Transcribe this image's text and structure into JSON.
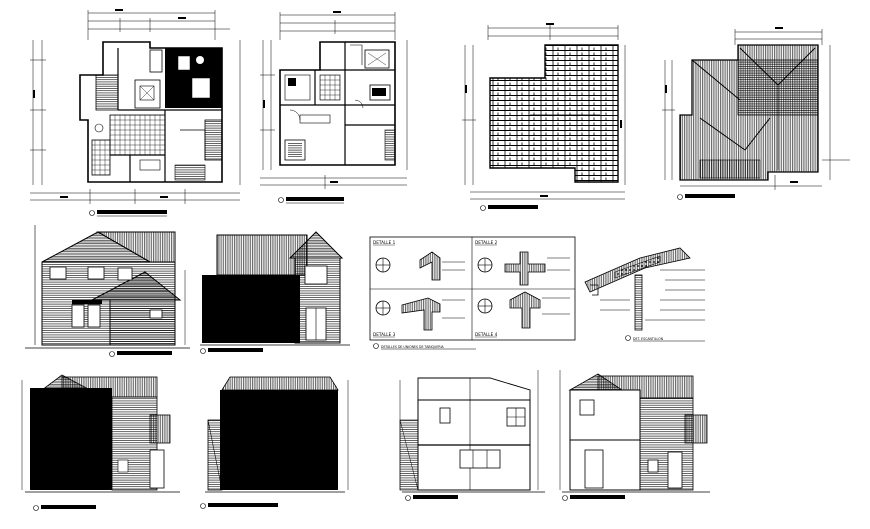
{
  "sheet": {
    "background": "#ffffff",
    "ink": "#000000"
  },
  "details_panel": {
    "labels": [
      "DETALLE 1",
      "DETALLE 2",
      "DETALLE 3",
      "DETALLE 4"
    ],
    "caption": "DETALLES DE UNIONES DE TABIQUERIA"
  },
  "section_detail": {
    "caption": "DET. ESCANTILLON"
  }
}
